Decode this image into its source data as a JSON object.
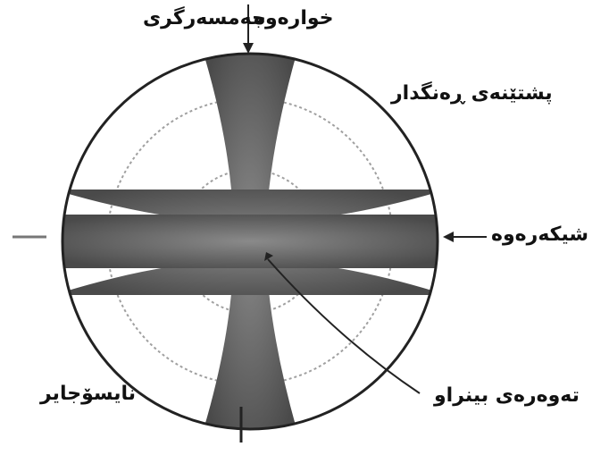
{
  "labels": {
    "top_right": "خوارەوە",
    "top_left": "جەمسەرگری",
    "right_upper": "پشتێنەی ڕەنگدار",
    "right_middle": "شیکەرەوە",
    "right_lower": "تەوەرەی بینراو",
    "left_lower": "نایسۆجایر"
  },
  "colors": {
    "cross": "#5a5a5a",
    "outline": "#222222",
    "fringe": "#9a9a9a"
  }
}
